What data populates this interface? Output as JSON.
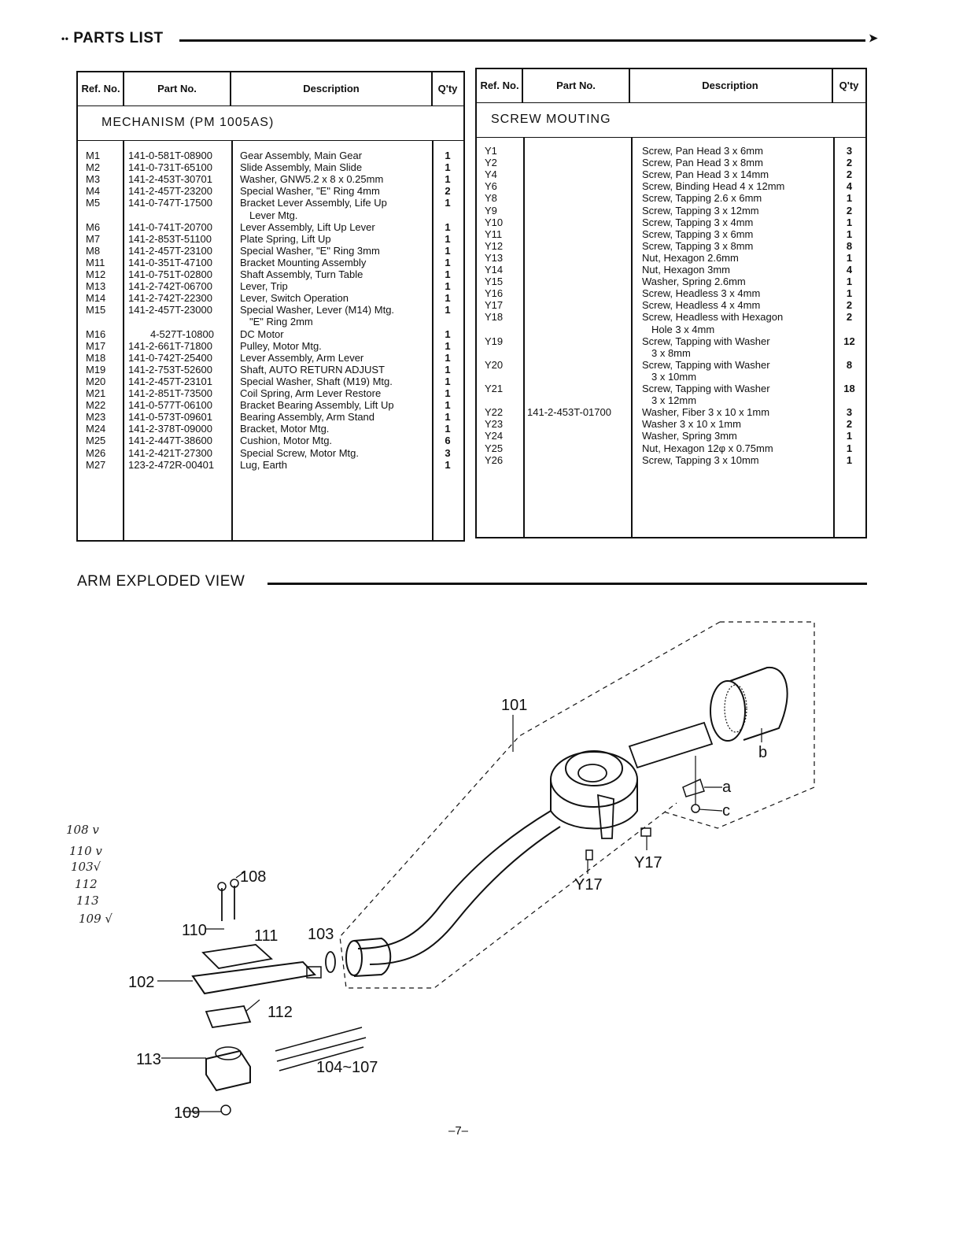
{
  "parts_list": {
    "title": "PARTS LIST",
    "headers": {
      "ref": "Ref. No.",
      "part": "Part No.",
      "desc": "Description",
      "qty": "Q'ty"
    },
    "mechanism": {
      "group": "MECHANISM (PM 1005AS)",
      "rows": [
        {
          "ref": "M1",
          "part": "141-0-581T-08900",
          "desc": "Gear Assembly, Main Gear",
          "qty": "1"
        },
        {
          "ref": "M2",
          "part": "141-0-731T-65100",
          "desc": "Slide Assembly, Main Slide",
          "qty": "1"
        },
        {
          "ref": "M3",
          "part": "141-2-453T-30701",
          "desc": "Washer, GNW5.2 x 8 x 0.25mm",
          "qty": "1"
        },
        {
          "ref": "M4",
          "part": "141-2-457T-23200",
          "desc": "Special Washer, \"E\" Ring 4mm",
          "qty": "2"
        },
        {
          "ref": "M5",
          "part": "141-0-747T-17500",
          "desc": "Bracket Lever Assembly, Life Up",
          "qty": "1"
        },
        {
          "ref": "",
          "part": "",
          "desc": "Lever Mtg.",
          "qty": ""
        },
        {
          "ref": "M6",
          "part": "141-0-741T-20700",
          "desc": "Lever Assembly, Lift Up Lever",
          "qty": "1"
        },
        {
          "ref": "M7",
          "part": "141-2-853T-51100",
          "desc": "Plate Spring, Lift Up",
          "qty": "1"
        },
        {
          "ref": "M8",
          "part": "141-2-457T-23100",
          "desc": "Special Washer, \"E\" Ring 3mm",
          "qty": "1"
        },
        {
          "ref": "M11",
          "part": "141-0-351T-47100",
          "desc": "Bracket Mounting Assembly",
          "qty": "1"
        },
        {
          "ref": "M12",
          "part": "141-0-751T-02800",
          "desc": "Shaft Assembly, Turn Table",
          "qty": "1"
        },
        {
          "ref": "M13",
          "part": "141-2-742T-06700",
          "desc": "Lever, Trip",
          "qty": "1"
        },
        {
          "ref": "M14",
          "part": "141-2-742T-22300",
          "desc": "Lever, Switch Operation",
          "qty": "1"
        },
        {
          "ref": "M15",
          "part": "141-2-457T-23000",
          "desc": "Special Washer, Lever (M14) Mtg.",
          "qty": "1"
        },
        {
          "ref": "",
          "part": "",
          "desc": "\"E\" Ring 2mm",
          "qty": ""
        },
        {
          "ref": "M16",
          "part": "4-527T-10800",
          "desc": "DC Motor",
          "qty": "1"
        },
        {
          "ref": "M17",
          "part": "141-2-661T-71800",
          "desc": "Pulley, Motor Mtg.",
          "qty": "1"
        },
        {
          "ref": "M18",
          "part": "141-0-742T-25400",
          "desc": "Lever Assembly, Arm Lever",
          "qty": "1"
        },
        {
          "ref": "M19",
          "part": "141-2-753T-52600",
          "desc": "Shaft, AUTO RETURN ADJUST",
          "qty": "1"
        },
        {
          "ref": "M20",
          "part": "141-2-457T-23101",
          "desc": "Special Washer, Shaft (M19) Mtg.",
          "qty": "1"
        },
        {
          "ref": "M21",
          "part": "141-2-851T-73500",
          "desc": "Coil Spring, Arm Lever Restore",
          "qty": "1"
        },
        {
          "ref": "M22",
          "part": "141-0-577T-06100",
          "desc": "Bracket Bearing Assembly, Lift Up",
          "qty": "1"
        },
        {
          "ref": "M23",
          "part": "141-0-573T-09601",
          "desc": "Bearing Assembly, Arm Stand",
          "qty": "1"
        },
        {
          "ref": "M24",
          "part": "141-2-378T-09000",
          "desc": "Bracket, Motor Mtg.",
          "qty": "1"
        },
        {
          "ref": "M25",
          "part": "141-2-447T-38600",
          "desc": "Cushion, Motor Mtg.",
          "qty": "6"
        },
        {
          "ref": "M26",
          "part": "141-2-421T-27300",
          "desc": "Special Screw, Motor Mtg.",
          "qty": "3"
        },
        {
          "ref": "M27",
          "part": "123-2-472R-00401",
          "desc": "Lug, Earth",
          "qty": "1"
        }
      ]
    },
    "screws": {
      "group": "SCREW MOUTING",
      "rows": [
        {
          "ref": "Y1",
          "part": "",
          "desc": "Screw, Pan Head 3 x 6mm",
          "qty": "3"
        },
        {
          "ref": "Y2",
          "part": "",
          "desc": "Screw, Pan Head 3 x 8mm",
          "qty": "2"
        },
        {
          "ref": "Y4",
          "part": "",
          "desc": "Screw, Pan Head 3 x 14mm",
          "qty": "2"
        },
        {
          "ref": "Y6",
          "part": "",
          "desc": "Screw, Binding Head 4 x 12mm",
          "qty": "4"
        },
        {
          "ref": "Y8",
          "part": "",
          "desc": "Screw, Tapping 2.6 x 6mm",
          "qty": "1"
        },
        {
          "ref": "Y9",
          "part": "",
          "desc": "Screw, Tapping 3 x 12mm",
          "qty": "2"
        },
        {
          "ref": "Y10",
          "part": "",
          "desc": "Screw, Tapping 3 x 4mm",
          "qty": "1"
        },
        {
          "ref": "Y11",
          "part": "",
          "desc": "Screw, Tapping 3 x 6mm",
          "qty": "1"
        },
        {
          "ref": "Y12",
          "part": "",
          "desc": "Screw, Tapping 3 x 8mm",
          "qty": "8"
        },
        {
          "ref": "Y13",
          "part": "",
          "desc": "Nut, Hexagon 2.6mm",
          "qty": "1"
        },
        {
          "ref": "Y14",
          "part": "",
          "desc": "Nut, Hexagon 3mm",
          "qty": "4"
        },
        {
          "ref": "Y15",
          "part": "",
          "desc": "Washer, Spring 2.6mm",
          "qty": "1"
        },
        {
          "ref": "Y16",
          "part": "",
          "desc": "Screw, Headless 3 x 4mm",
          "qty": "1"
        },
        {
          "ref": "Y17",
          "part": "",
          "desc": "Screw, Headless 4 x 4mm",
          "qty": "2"
        },
        {
          "ref": "Y18",
          "part": "",
          "desc": "Screw, Headless with Hexagon",
          "qty": "2"
        },
        {
          "ref": "",
          "part": "",
          "desc": "Hole 3 x 4mm",
          "qty": ""
        },
        {
          "ref": "Y19",
          "part": "",
          "desc": "Screw, Tapping with Washer",
          "qty": "12"
        },
        {
          "ref": "",
          "part": "",
          "desc": "3 x 8mm",
          "qty": ""
        },
        {
          "ref": "Y20",
          "part": "",
          "desc": "Screw, Tapping with Washer",
          "qty": "8"
        },
        {
          "ref": "",
          "part": "",
          "desc": "3 x 10mm",
          "qty": ""
        },
        {
          "ref": "Y21",
          "part": "",
          "desc": "Screw, Tapping with Washer",
          "qty": "18"
        },
        {
          "ref": "",
          "part": "",
          "desc": "3 x 12mm",
          "qty": ""
        },
        {
          "ref": "Y22",
          "part": "141-2-453T-01700",
          "desc": "Washer, Fiber 3 x 10 x 1mm",
          "qty": "3"
        },
        {
          "ref": "Y23",
          "part": "",
          "desc": "Washer 3 x 10 x 1mm",
          "qty": "2"
        },
        {
          "ref": "Y24",
          "part": "",
          "desc": "Washer, Spring 3mm",
          "qty": "1"
        },
        {
          "ref": "Y25",
          "part": "",
          "desc": "Nut, Hexagon 12φ x 0.75mm",
          "qty": "1"
        },
        {
          "ref": "Y26",
          "part": "",
          "desc": "Screw, Tapping 3 x 10mm",
          "qty": "1"
        }
      ]
    }
  },
  "exploded_view": {
    "title": "ARM EXPLODED VIEW",
    "labels": {
      "l101": "101",
      "lb": "b",
      "la": "a",
      "lc": "c",
      "ly17a": "Y17",
      "ly17b": "Y17",
      "l108": "108",
      "l110": "110",
      "l111": "111",
      "l103": "103",
      "l102": "102",
      "l112": "112",
      "l113": "113",
      "l104": "104~107",
      "l109": "109"
    },
    "handwritten": [
      "108 v",
      "110 v",
      "103√",
      "112",
      "113",
      "109 √"
    ]
  },
  "page_number": "–7–"
}
